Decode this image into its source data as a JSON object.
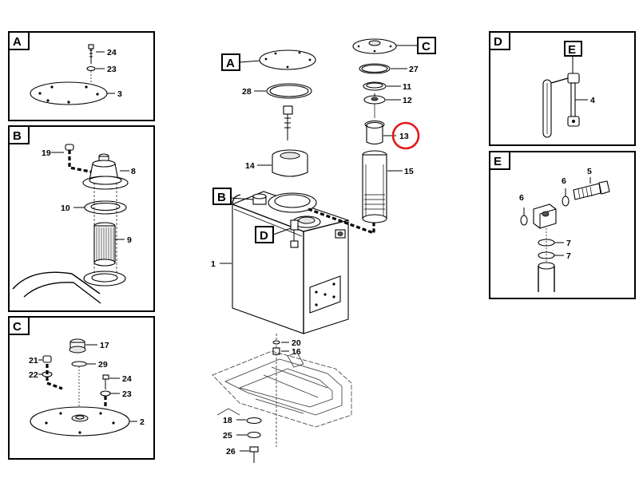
{
  "labels": {
    "a": "A",
    "b": "B",
    "c": "C",
    "d": "D",
    "e": "E"
  },
  "parts": {
    "p1": "1",
    "p2": "2",
    "p3": "3",
    "p4": "4",
    "p5": "5",
    "p6": "6",
    "p7": "7",
    "p8": "8",
    "p9": "9",
    "p10": "10",
    "p11": "11",
    "p12": "12",
    "p13": "13",
    "p14": "14",
    "p15": "15",
    "p16": "16",
    "p17": "17",
    "p18": "18",
    "p19": "19",
    "p20": "20",
    "p21": "21",
    "p22": "22",
    "p23": "23",
    "p24": "24",
    "p25": "25",
    "p26": "26",
    "p27": "27",
    "p28": "28",
    "p29": "29"
  },
  "highlight": {
    "part": "13",
    "color": "#e11919"
  }
}
